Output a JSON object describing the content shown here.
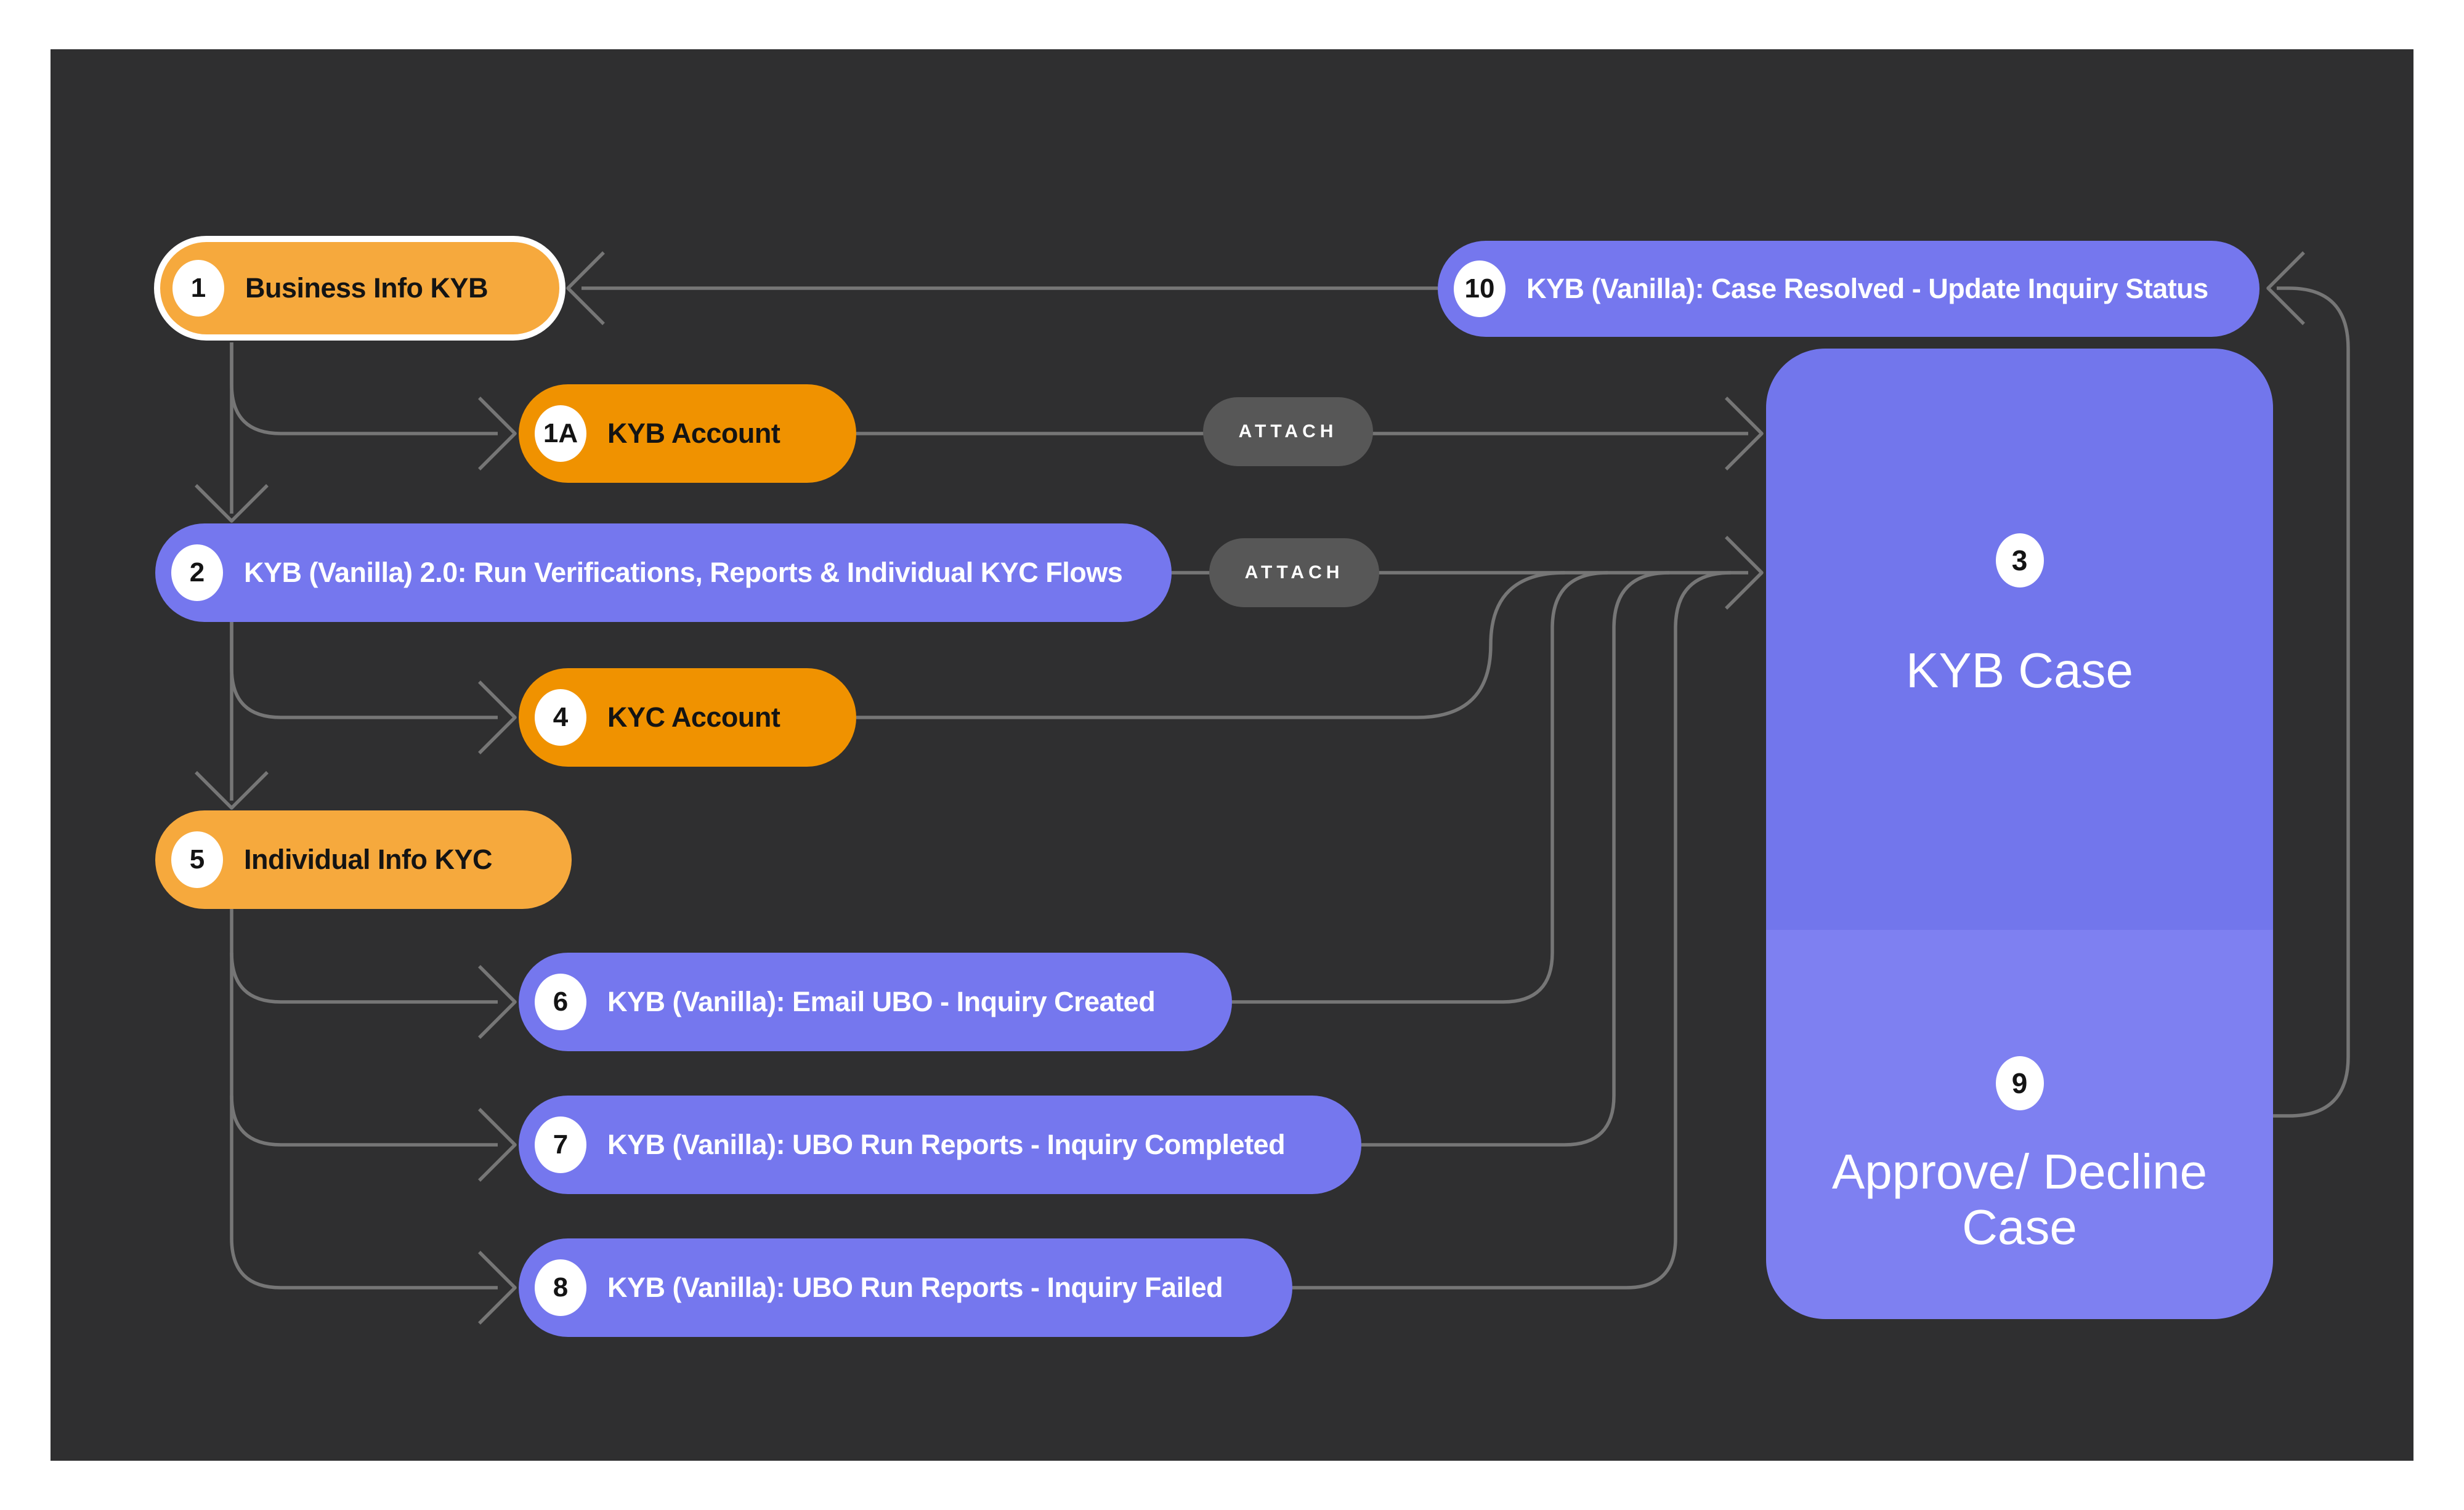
{
  "colors": {
    "page_bg": "#FFFFFF",
    "panel_bg": "#2F2F30",
    "line": "#767676",
    "orange_light": "#F6A93D",
    "orange_dark": "#F09200",
    "purple": "#7577EE",
    "box_top": "#7276EC",
    "box_bottom": "#7E80F1",
    "attach_bg": "#575757",
    "badge_bg": "#FFFFFF",
    "text_dark": "#141414",
    "text_light": "#FFFFFF"
  },
  "nodes": {
    "n1": {
      "num": "1",
      "label": "Business Info KYB",
      "label_bold": ""
    },
    "n1a": {
      "num": "1A",
      "label": "KYB Account",
      "label_bold": ""
    },
    "n2": {
      "num": "2",
      "label": "KYB (Vanilla) 2.0: Run Verifications, Reports & Individual KYC Flows",
      "label_bold": ""
    },
    "n4": {
      "num": "4",
      "label": "KYC Account",
      "label_bold": ""
    },
    "n5": {
      "num": "5",
      "label": "Individual Info KYC",
      "label_bold": ""
    },
    "n6": {
      "num": "6",
      "label": "KYB (Vanilla): Email UBO - ",
      "label_bold": "Inquiry Created"
    },
    "n7": {
      "num": "7",
      "label": "KYB (Vanilla): UBO Run Reports - ",
      "label_bold": "Inquiry Completed"
    },
    "n8": {
      "num": "8",
      "label": "KYB (Vanilla): UBO Run Reports - ",
      "label_bold": "Inquiry Failed"
    },
    "n10": {
      "num": "10",
      "label": "KYB (Vanilla): Case Resolved - Update Inquiry Status",
      "label_bold": ""
    }
  },
  "box": {
    "num_top": "3",
    "title_top": "KYB Case",
    "num_bottom": "9",
    "title_bottom_line1": "Approve/ Decline",
    "title_bottom_line2": "Case"
  },
  "attach": {
    "first": "ATTACH",
    "second": "ATTACH"
  }
}
